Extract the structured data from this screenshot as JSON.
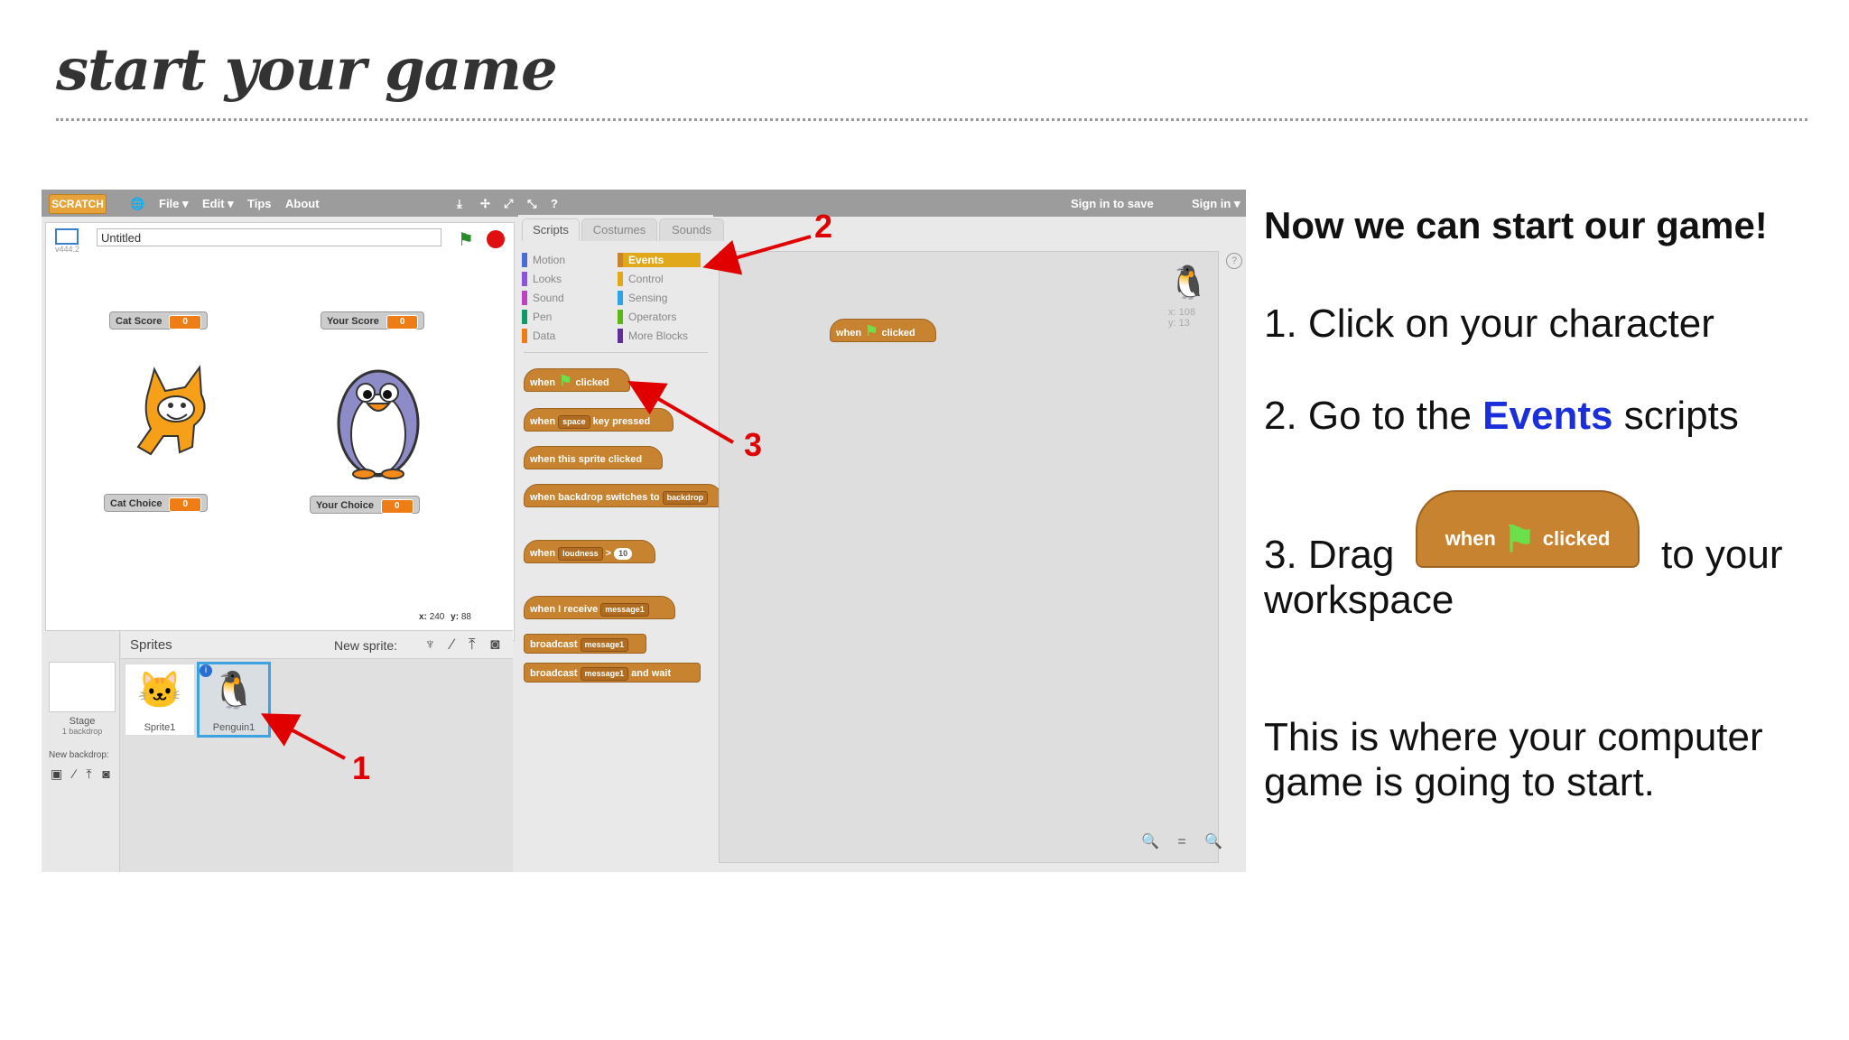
{
  "slide": {
    "title": "start your game",
    "heading": "Now we can start our game!",
    "step1": "1. Click on your character",
    "step2_pre": "2. Go to the",
    "step2_events": "Events",
    "step2_post": "scripts",
    "step3_pre": "3. Drag",
    "step3_post": "to your",
    "step3_line2": "workspace",
    "note_line1": "This is where your computer",
    "note_line2": "game is going to start."
  },
  "scratch": {
    "logo": "SCRATCH",
    "menu": [
      "File ▾",
      "Edit ▾",
      "Tips",
      "About"
    ],
    "sign_in_to_save": "Sign in to save",
    "sign_in": "Sign in ▾",
    "project_title": "Untitled",
    "version": "v444.2",
    "monitors": {
      "cat_score": {
        "label": "Cat Score",
        "value": "0"
      },
      "your_score": {
        "label": "Your Score",
        "value": "0"
      },
      "cat_choice": {
        "label": "Cat Choice",
        "value": "0"
      },
      "your_choice": {
        "label": "Your Choice",
        "value": "0"
      }
    },
    "stage_coords": {
      "x_label": "x:",
      "x": "240",
      "y_label": "y:",
      "y": "88"
    },
    "sprites_header": "Sprites",
    "new_sprite_label": "New sprite:",
    "stage_label": "Stage",
    "stage_backdrops": "1 backdrop",
    "new_backdrop_label": "New backdrop:",
    "sprites": [
      {
        "name": "Sprite1"
      },
      {
        "name": "Penguin1"
      }
    ],
    "tabs": [
      "Scripts",
      "Costumes",
      "Sounds"
    ],
    "categories_left": [
      {
        "label": "Motion",
        "color": "#4a6cd4"
      },
      {
        "label": "Looks",
        "color": "#8a55d7"
      },
      {
        "label": "Sound",
        "color": "#bb42c3"
      },
      {
        "label": "Pen",
        "color": "#0e9a6c"
      },
      {
        "label": "Data",
        "color": "#ee7d16"
      }
    ],
    "categories_right": [
      {
        "label": "Events",
        "color": "#c88330"
      },
      {
        "label": "Control",
        "color": "#e1a91a"
      },
      {
        "label": "Sensing",
        "color": "#2ca5e2"
      },
      {
        "label": "Operators",
        "color": "#5cb712"
      },
      {
        "label": "More Blocks",
        "color": "#632d99"
      }
    ],
    "blocks": {
      "when_flag": {
        "when": "when",
        "clicked": "clicked"
      },
      "when_key": {
        "when": "when",
        "key": "space",
        "pressed": "key pressed"
      },
      "when_sprite_clicked": "when this sprite clicked",
      "when_backdrop": {
        "text": "when backdrop switches to",
        "drop": "backdrop"
      },
      "when_loudness": {
        "when": "when",
        "drop": "loudness",
        "gt": ">",
        "num": "10"
      },
      "when_receive": {
        "text": "when I receive",
        "drop": "message1"
      },
      "broadcast": {
        "text": "broadcast",
        "drop": "message1"
      },
      "broadcast_wait": {
        "text": "broadcast",
        "drop": "message1",
        "wait": "and wait"
      }
    },
    "workspace_block": {
      "when": "when",
      "clicked": "clicked"
    },
    "workspace_coords": {
      "x": "x: 108",
      "y": "y: 13"
    },
    "help": "?",
    "zoom": "🔍 = 🔍"
  },
  "annotations": [
    "1",
    "2",
    "3"
  ],
  "colors": {
    "arrow": "#e00000",
    "events_blue": "#1a2fd9",
    "events_block": "#c88330",
    "selected_sprite_border": "#3aa3e0"
  }
}
